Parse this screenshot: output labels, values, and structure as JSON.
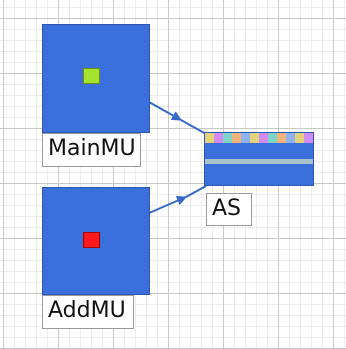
{
  "units": [
    {
      "id": "main",
      "label": "MainMU",
      "indicator_color": "#a6e22e"
    },
    {
      "id": "add",
      "label": "AddMU",
      "indicator_color": "#ff1a1a"
    }
  ],
  "assembly": {
    "label": "AS",
    "stripe_colors": [
      "#e4d37a",
      "#d08cf2",
      "#7fd4c9",
      "#f2b37a",
      "#8fb2f2",
      "#e4d37a",
      "#d08cf2",
      "#7fd4c9",
      "#f2b37a",
      "#8fb2f2",
      "#e4d37a",
      "#d08cf2"
    ]
  },
  "colors": {
    "unit_fill": "#3b6fdc",
    "connector": "#3568c8"
  }
}
